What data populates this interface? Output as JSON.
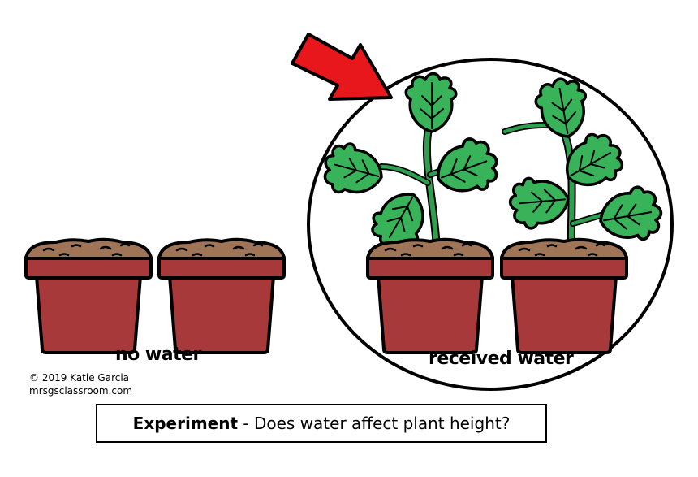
{
  "pots": {
    "no_water_label": "no water",
    "received_water_label": "received water"
  },
  "credit": {
    "copyright": "© 2019 Katie Garcia",
    "site": "mrsgsclassroom.com"
  },
  "question": {
    "lead": "Experiment",
    "text": " - Does water affect plant height?"
  },
  "colors": {
    "pot": "#a8393b",
    "soil": "#a07456",
    "leaf": "#38b35a",
    "stem": "#2f9e4f",
    "arrow": "#e8171b",
    "outline": "#000000"
  }
}
